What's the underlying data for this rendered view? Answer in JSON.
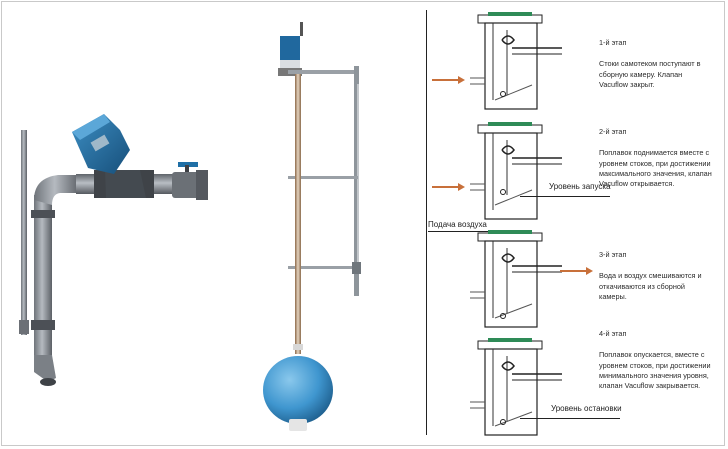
{
  "stages": [
    {
      "title": "1-й этап",
      "text": "Стоки самотеком поступают в\nсборную камеру. Клапан\nVacuflow закрыт."
    },
    {
      "title": "2-й этап",
      "text": "Поплавок поднимается вместе с\nуровнем стоков, при достижении\nмаксимального значения, клапан\nVacuflow открывается."
    },
    {
      "title": "3-й этап",
      "text": "Вода и воздух смешиваются и\nоткачиваются из сборной\nкамеры."
    },
    {
      "title": "4-й этап",
      "text": "Поплавок опускается,  вместе с\nуровнем стоков, при достижении\nминимального значения уровня,\nклапан Vacuflow закрывается."
    }
  ],
  "labels": {
    "start_level": "Уровень запуска",
    "air_supply": "Подача воздуха",
    "stop_level": "Уровень остановки"
  },
  "colors": {
    "valve_blue": "#1f6fa6",
    "pipe_gray": "#8a8f96",
    "float_blue": "#4a9fd4",
    "arrow_orange": "#c8703a",
    "lid_green": "#2e8b57"
  }
}
